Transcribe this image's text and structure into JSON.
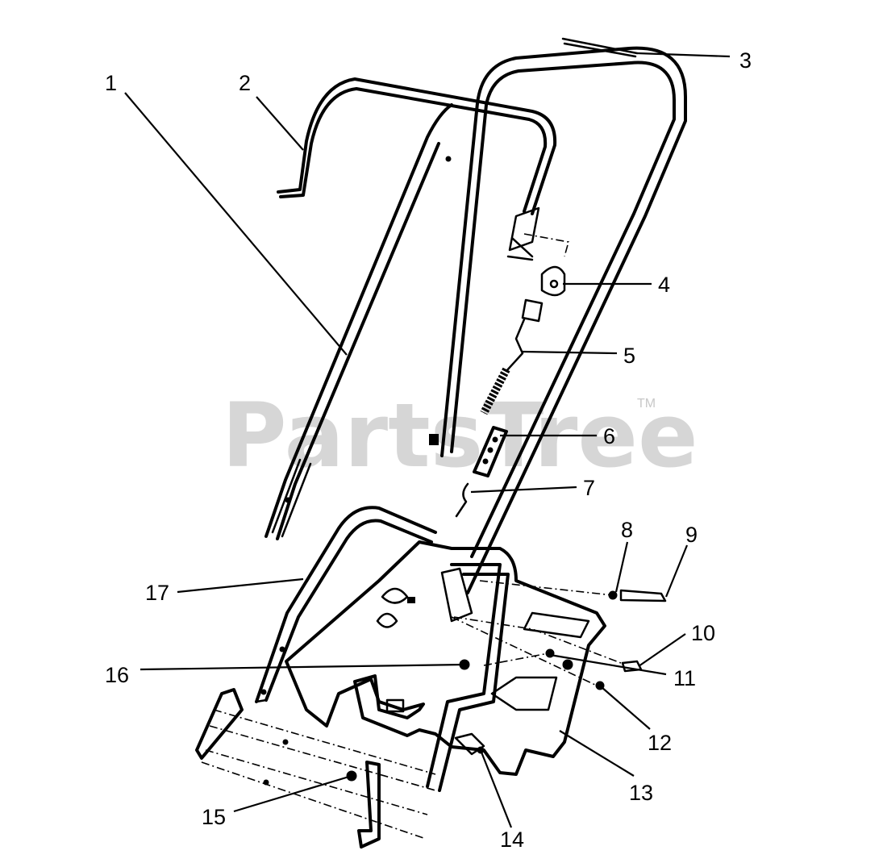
{
  "watermark": {
    "text": "PartsTree",
    "trademark": "TM"
  },
  "callouts": [
    "1",
    "2",
    "3",
    "4",
    "5",
    "6",
    "7",
    "8",
    "9",
    "10",
    "11",
    "12",
    "13",
    "14",
    "15",
    "16",
    "17"
  ],
  "colors": {
    "line": "#000000",
    "watermark": "#cfcfcf",
    "background": "#ffffff"
  }
}
